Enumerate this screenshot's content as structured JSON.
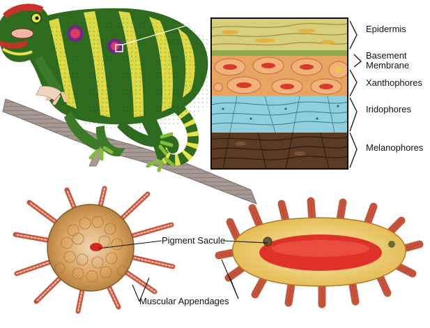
{
  "layer_labels": {
    "epidermis": "Epidermis",
    "basement_line1": "Basement",
    "basement_line2": "Membrane",
    "xanthophores": "Xanthophores",
    "iridophores": "Iridophores",
    "melanophores": "Melanophores"
  },
  "cell_labels": {
    "pigment_sacule": "Pigment Sacule",
    "muscular_appendages": "Muscular Appendages"
  },
  "colors": {
    "chameleon_green": "#2f6b1f",
    "chameleon_yellow": "#e6e24a",
    "chameleon_red": "#c8322a",
    "epidermis": "#c9c36a",
    "xanthophore": "#e8a060",
    "iridophore": "#8fd0df",
    "melanophore": "#5a3a22",
    "appendage": "#d9775a",
    "pigment": "#e0302a",
    "branch": "#9c8d86"
  }
}
